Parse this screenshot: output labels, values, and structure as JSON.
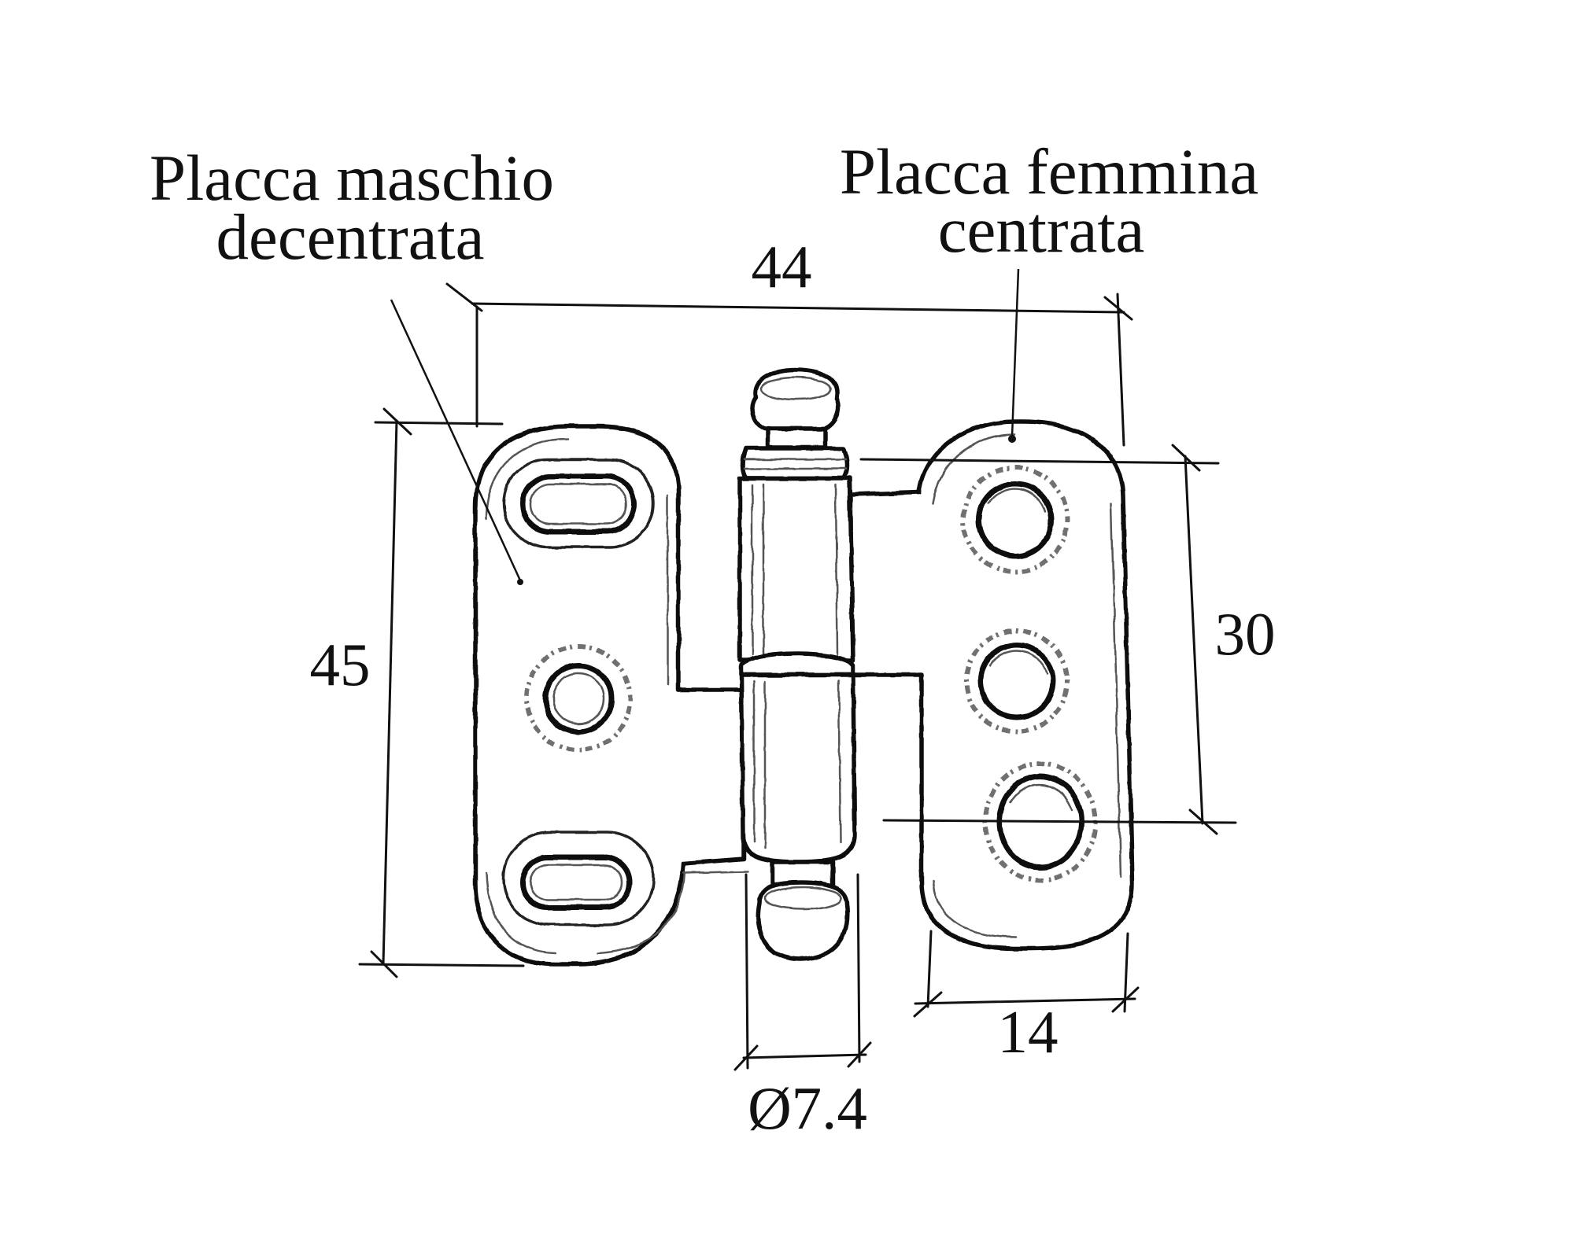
{
  "labels": {
    "male_plate": {
      "line1": "Placca maschio",
      "line2": "decentrata"
    },
    "female_plate": {
      "line1": "Placca femmina",
      "line2": "centrata"
    }
  },
  "dimensions": {
    "overall_width": "44",
    "plate_height": "45",
    "hole_spacing": "30",
    "plate_width": "14",
    "pin_diameter": "Ø7.4"
  },
  "colors": {
    "line": "#111111",
    "background": "#ffffff"
  }
}
